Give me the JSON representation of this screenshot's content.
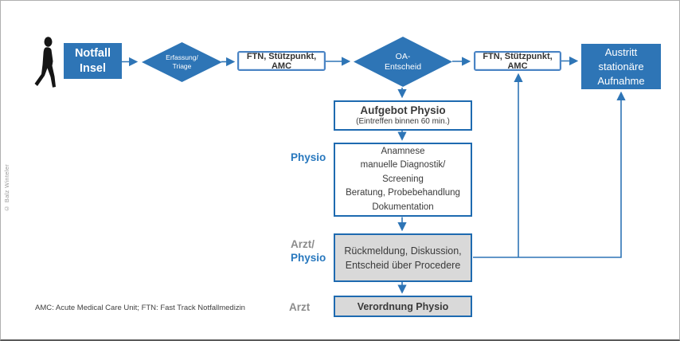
{
  "colors": {
    "node_blue": "#2e75b6",
    "border_blue": "#1e6ab0",
    "arrow_blue": "#2e75b6",
    "gray_fill": "#d9d9d9",
    "text_dark": "#3a3a3a",
    "label_gray": "#8c8c8c",
    "silhouette_black": "#151515"
  },
  "flow": {
    "notfall_insel": {
      "line1": "Notfall",
      "line2": "Insel"
    },
    "erfassung_triage": {
      "line1": "Erfassung/",
      "line2": "Triage"
    },
    "ftn_left": {
      "label": "FTN, Stützpunkt, AMC"
    },
    "oa_entscheid": {
      "line1": "OA-",
      "line2": "Entscheid"
    },
    "ftn_right": {
      "label": "FTN, Stützpunkt, AMC"
    },
    "austritt": {
      "line1": "Austritt",
      "line2": "stationäre",
      "line3": "Aufnahme"
    },
    "aufgebot": {
      "title": "Aufgebot Physio",
      "subtitle": "(Eintreffen binnen 60 min.)"
    },
    "anamnese": {
      "lines": [
        "Anamnese",
        "manuelle Diagnostik/",
        "Screening",
        "Beratung, Probebehandlung",
        "Dokumentation"
      ]
    },
    "rueckmeldung": {
      "line1": "Rückmeldung, Diskussion,",
      "line2": "Entscheid über Procedere"
    },
    "verordnung": {
      "label": "Verordnung Physio"
    }
  },
  "row_labels": {
    "physio": "Physio",
    "arzt_part": "Arzt/",
    "physio_part": "Physio",
    "arzt": "Arzt"
  },
  "footnote": "AMC: Acute Medical Care Unit; FTN: Fast Track Notfallmedizin",
  "credit": "© Balz Winteler"
}
